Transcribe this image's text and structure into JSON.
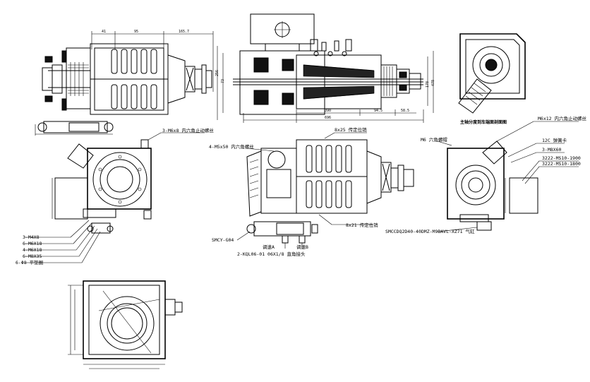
{
  "views": {
    "top_left": {
      "dims": [
        "41",
        "95",
        "165.7",
        "256",
        "73"
      ]
    },
    "top_middle": {
      "dims": [
        "390",
        "94.5",
        "58.5",
        "696",
        "178",
        "478"
      ]
    },
    "top_right": {
      "caption": "主轴分度到车端面剖面图"
    },
    "mid_left": {
      "labels": [
        "3-M6x8 内六角止动螺丝",
        "3-M4X8",
        "6-M6X18",
        "4-M6X18",
        "6-M8X35",
        "6-Φ8 平垫圈"
      ]
    },
    "mid_middle": {
      "labels": [
        "8x25 传定位销",
        "4-M5x50 内六角螺丝",
        "8x21 传定位销",
        "SMCY-G04",
        "2-KQL06-01 06X1/8 直角接头",
        "调速A",
        "调速B"
      ]
    },
    "mid_right": {
      "labels": [
        "M6x12 内六角止动螺丝",
        "M6 六角螺帽",
        "12C 弹簧卡",
        "3-M8X60",
        "3222-MS10-1900",
        "3222-MS10-1800",
        "SMCCDQ2D40-40DMZ-M9BAVL-XZ71 气缸"
      ]
    }
  }
}
